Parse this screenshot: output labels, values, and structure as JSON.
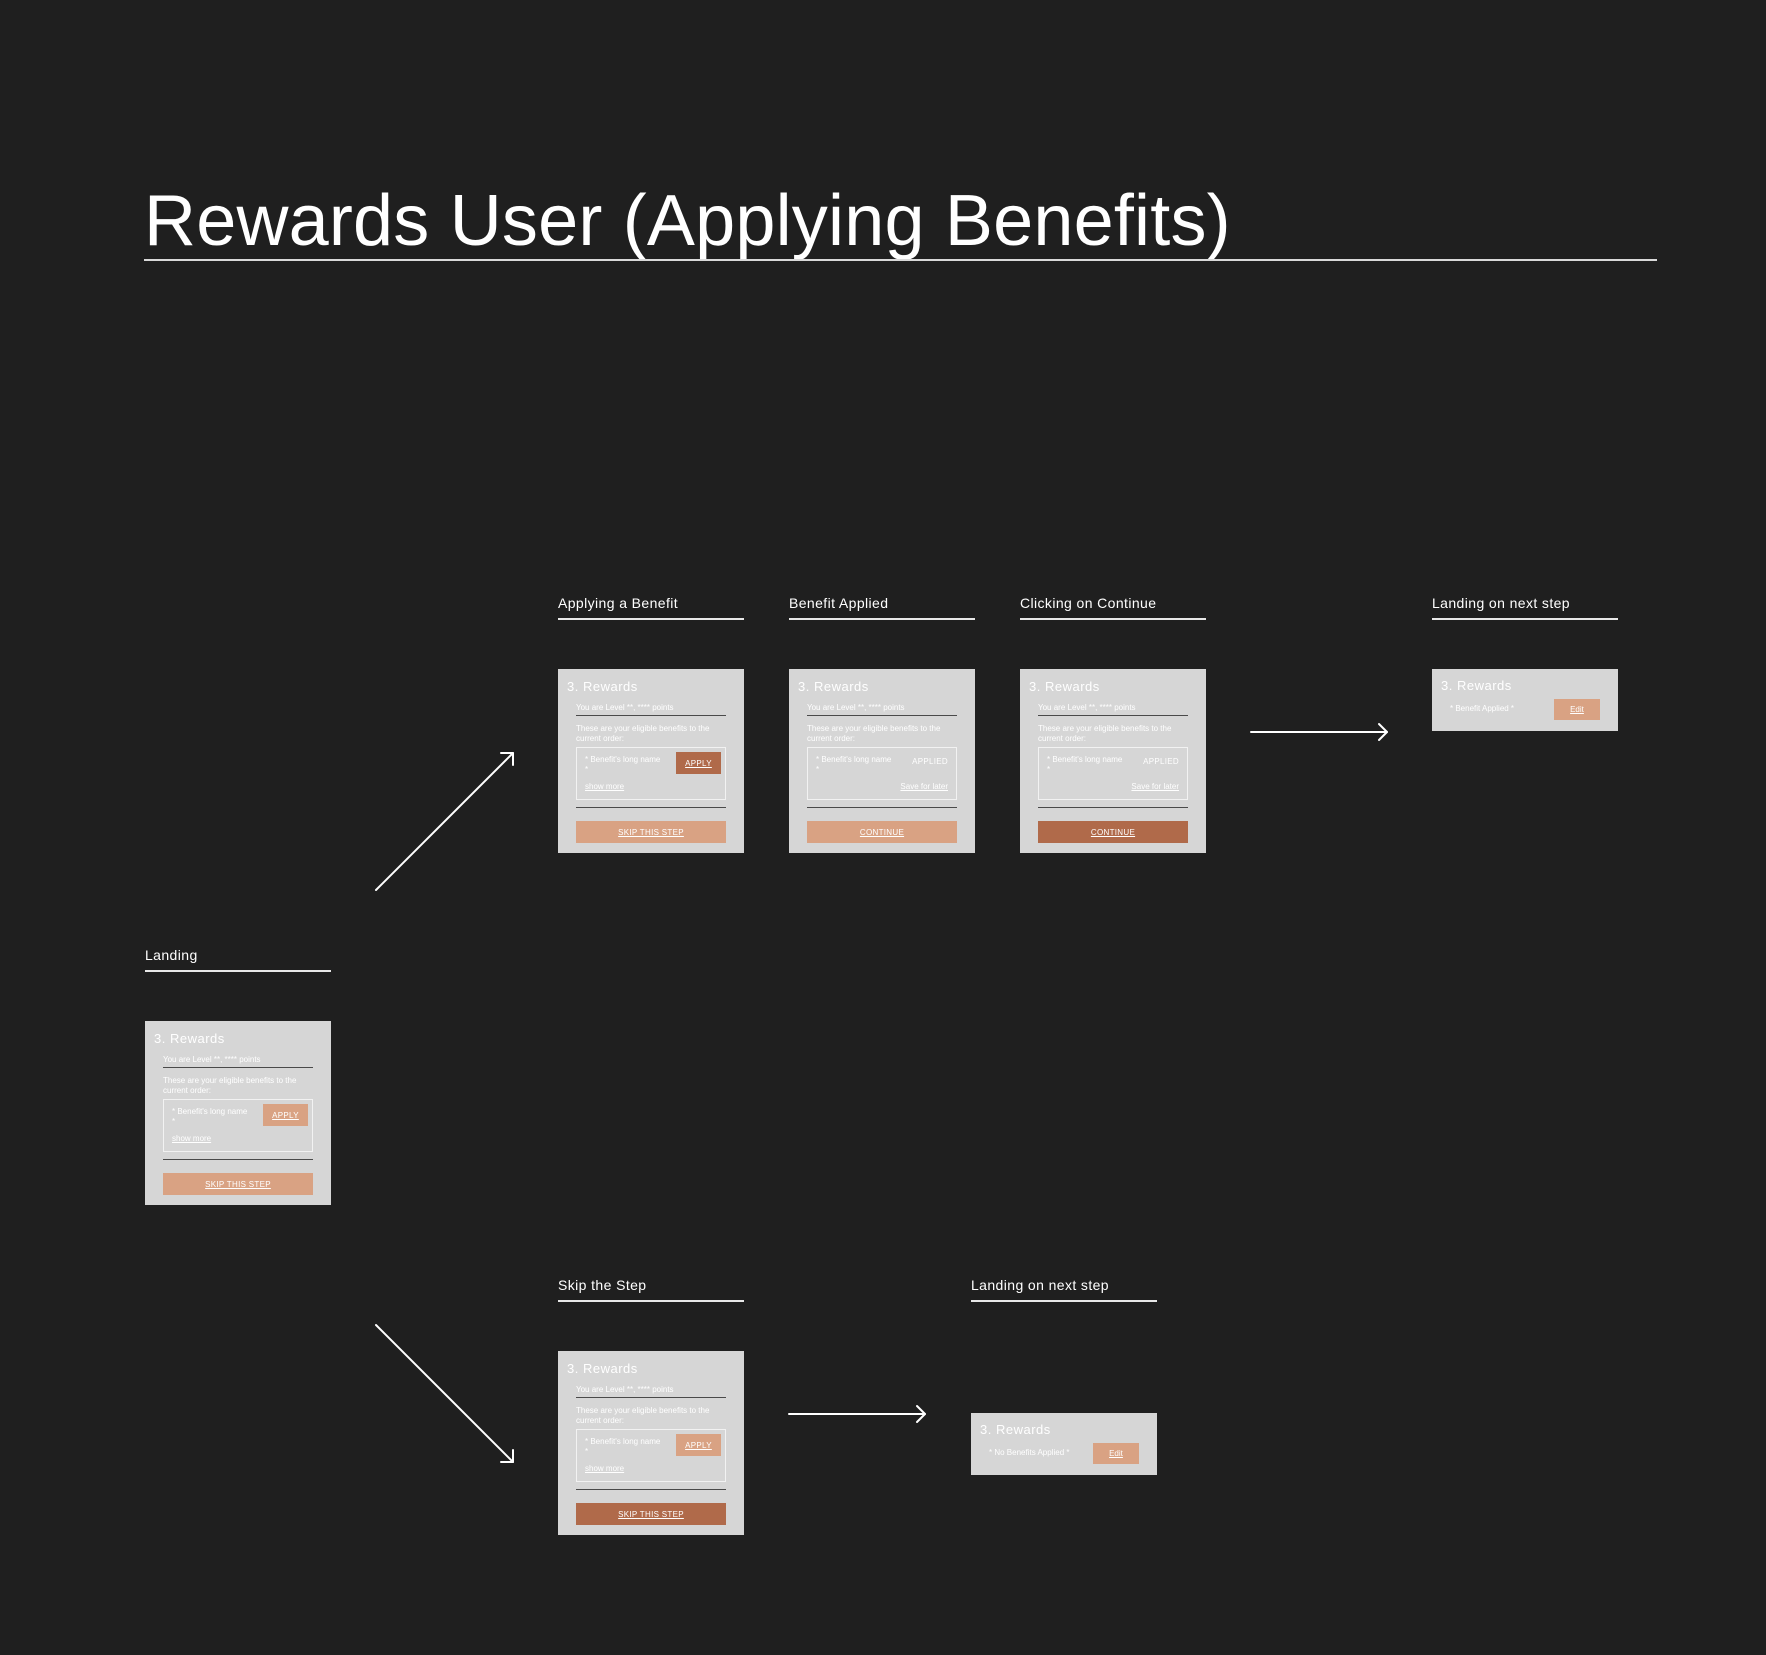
{
  "page": {
    "title": "Rewards User (Applying Benefits)"
  },
  "card_common": {
    "title": "3. Rewards",
    "subtitle": "You are  Level **, **** points",
    "description": "These are your eligible benefits to the current order:",
    "benefit_name": "* Benefit's long name *",
    "show_more": "show more",
    "save_for_later": "Save for later"
  },
  "steps": {
    "landing": {
      "label": "Landing",
      "apply": "APPLY",
      "cta": "SKIP THIS STEP"
    },
    "applying": {
      "label": "Applying a Benefit",
      "apply": "APPLY",
      "cta": "SKIP THIS STEP"
    },
    "applied": {
      "label": "Benefit Applied",
      "status": "APPLIED",
      "cta": "CONTINUE"
    },
    "clicking": {
      "label": "Clicking on Continue",
      "status": "APPLIED",
      "cta": "CONTINUE"
    },
    "next_top": {
      "label": "Landing on next step",
      "status": "* Benefit Applied *",
      "edit": "Edit"
    },
    "skip": {
      "label": "Skip the Step",
      "apply": "APPLY",
      "cta": "SKIP THIS STEP"
    },
    "next_bottom": {
      "label": "Landing on next step",
      "status": "* No Benefits Applied *",
      "edit": "Edit"
    }
  },
  "colors": {
    "background": "#1f1f1f",
    "card": "#d6d6d6",
    "accent_dark": "#b06a4a",
    "accent_light": "#d9a283"
  }
}
